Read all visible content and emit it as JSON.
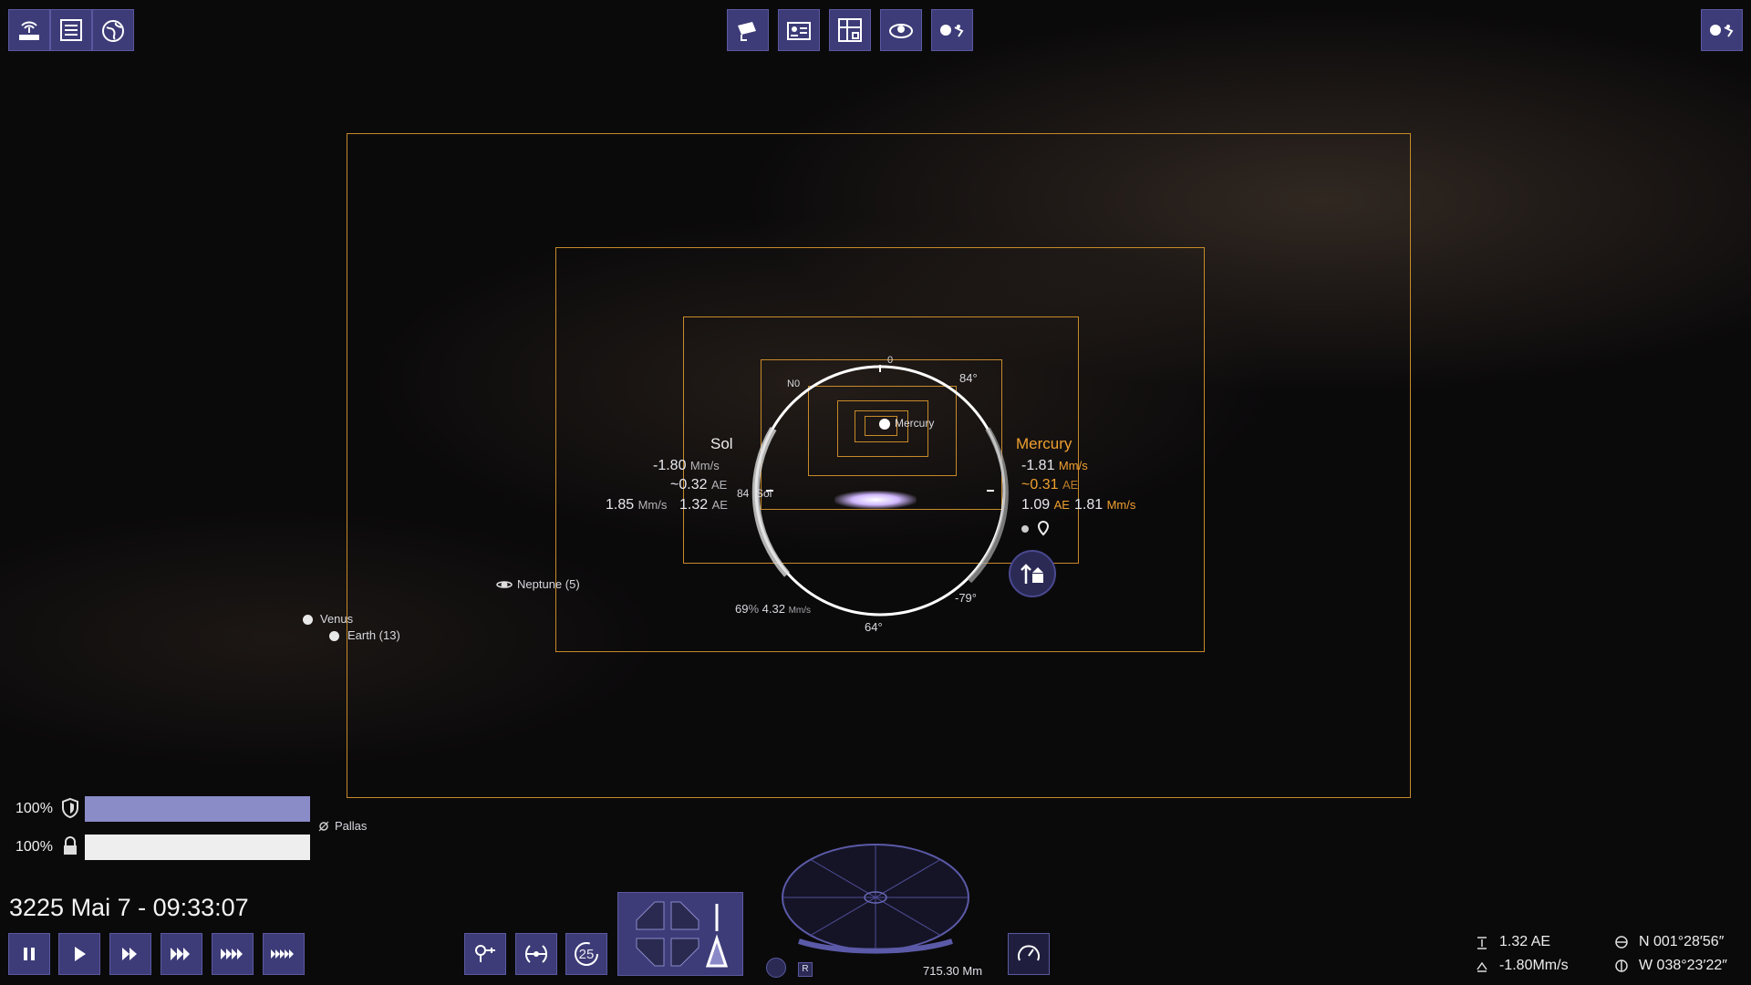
{
  "bodies": {
    "venus": "Venus",
    "earth": "Earth (13)",
    "neptune": "Neptune (5)",
    "pallas": "Pallas",
    "mercury_small": "Mercury",
    "sol_small": "Sol"
  },
  "sol_panel": {
    "name": "Sol",
    "vel1": "-1.80",
    "vel1_unit": "Mm/s",
    "dist1": "~0.32",
    "dist1_unit": "AE",
    "vel2": "1.85",
    "vel2_unit": "Mm/s",
    "dist2": "1.32",
    "dist2_unit": "AE"
  },
  "mercury_panel": {
    "name": "Mercury",
    "vel1": "-1.81",
    "vel1_unit": "Mm/s",
    "dist1": "~0.31",
    "dist1_unit": "AE",
    "dist2": "1.09",
    "dist2_unit": "AE",
    "vel2": "1.81",
    "vel2_unit": "Mm/s"
  },
  "reticle": {
    "top": "0",
    "top_left": "N0",
    "top_right": "84°",
    "bottom_right": "-79°",
    "bottom": "64°",
    "left_label": "84",
    "throttle_pct": "69",
    "pct_sign": "%",
    "speed": "4.32",
    "speed_unit": "Mm/s"
  },
  "status": {
    "shield_pct": "100%",
    "hull_pct": "100%",
    "shield_level": 1.0,
    "hull_level": 1.0,
    "datetime": "3225 Mai 7 - 09:33:07"
  },
  "toolbar_left": [
    "comm-icon",
    "log-icon",
    "globe-icon"
  ],
  "toolbar_center": [
    "camera-icon",
    "id-card-icon",
    "network-icon",
    "orbit-icon",
    "satellite-icon"
  ],
  "toolbar_right": [
    "satellite-icon"
  ],
  "bottom": {
    "speed_counter": "25",
    "radar_range": "715.30 Mm",
    "radar_mode": "R",
    "distance": "1.32 AE",
    "velocity": "-1.80Mm/s",
    "lat": "N 001°28′56″",
    "lon": "W 038°23′22″"
  },
  "colors": {
    "button_bg": "#3d3c78",
    "frame": "#c78a2a",
    "mercury": "#f0a030",
    "shield_bar": "#8a8cc8",
    "hull_bar": "#eeeeee"
  }
}
